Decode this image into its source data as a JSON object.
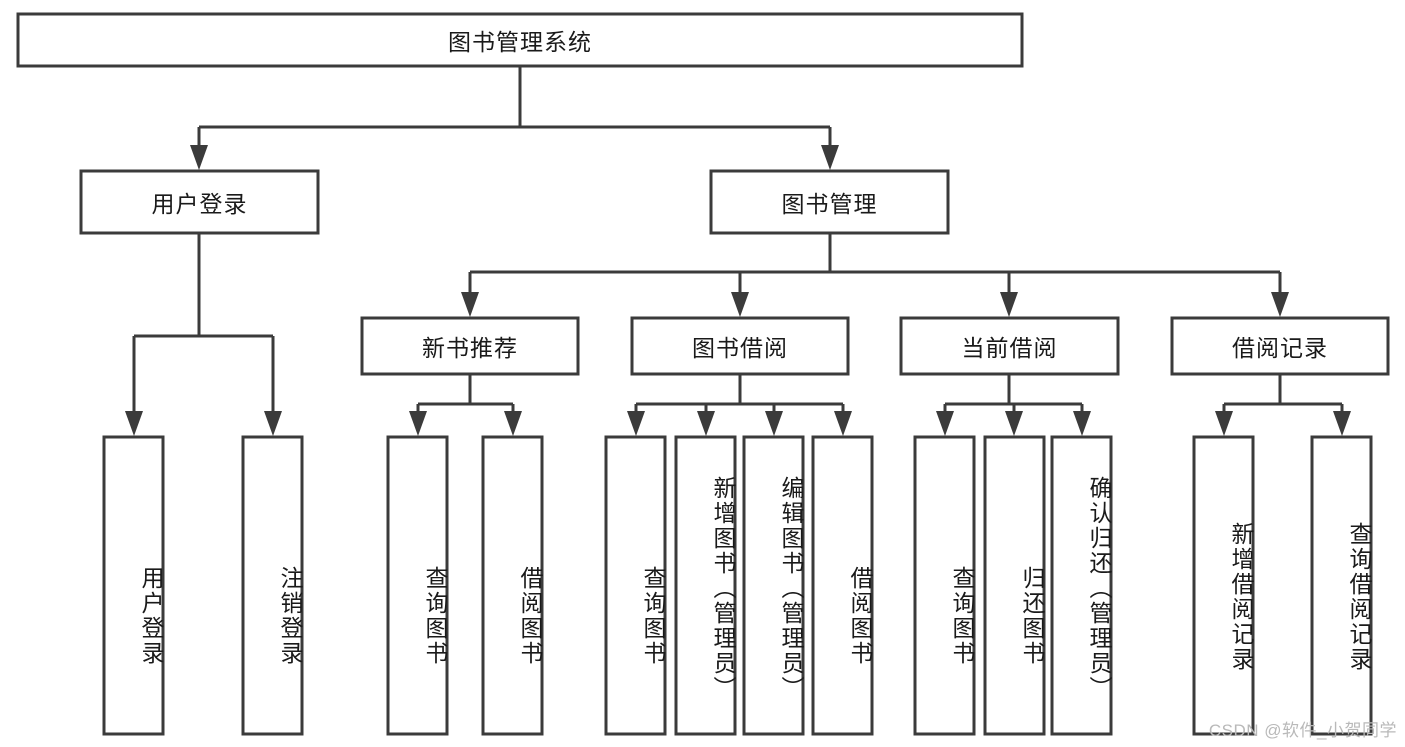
{
  "diagram": {
    "title": "图书管理系统",
    "type": "tree",
    "watermark": "CSDN @软件_小贺同学",
    "colors": {
      "box_stroke": "#3b3b3b",
      "box_fill": "#ffffff",
      "text": "#1a1a1a",
      "background": "#ffffff",
      "watermark": "#b9b9b9"
    },
    "nodes": {
      "root": {
        "label": "图书管理系统",
        "level": 0,
        "orientation": "horizontal"
      },
      "l1": [
        {
          "id": "user-login",
          "label": "用户登录",
          "level": 1,
          "orientation": "horizontal"
        },
        {
          "id": "book-manage",
          "label": "图书管理",
          "level": 1,
          "orientation": "horizontal"
        }
      ],
      "l2": [
        {
          "id": "new-book-rec",
          "label": "新书推荐",
          "level": 2,
          "orientation": "horizontal",
          "parent": "book-manage"
        },
        {
          "id": "book-borrow",
          "label": "图书借阅",
          "level": 2,
          "orientation": "horizontal",
          "parent": "book-manage"
        },
        {
          "id": "current-borrow",
          "label": "当前借阅",
          "level": 2,
          "orientation": "horizontal",
          "parent": "book-manage"
        },
        {
          "id": "borrow-record",
          "label": "借阅记录",
          "level": 2,
          "orientation": "horizontal",
          "parent": "book-manage"
        }
      ],
      "leaves": [
        {
          "id": "leaf-user-login",
          "label": "用户登录",
          "parent": "user-login",
          "orientation": "vertical"
        },
        {
          "id": "leaf-user-logout",
          "label": "注销登录",
          "parent": "user-login",
          "orientation": "vertical"
        },
        {
          "id": "leaf-query-book-1",
          "label": "查询图书",
          "parent": "new-book-rec",
          "orientation": "vertical"
        },
        {
          "id": "leaf-borrow-book-1",
          "label": "借阅图书",
          "parent": "new-book-rec",
          "orientation": "vertical"
        },
        {
          "id": "leaf-query-book-2",
          "label": "查询图书",
          "parent": "book-borrow",
          "orientation": "vertical"
        },
        {
          "id": "leaf-add-book",
          "label": "新增图书（管理员）",
          "parent": "book-borrow",
          "orientation": "vertical"
        },
        {
          "id": "leaf-edit-book",
          "label": "编辑图书（管理员）",
          "parent": "book-borrow",
          "orientation": "vertical"
        },
        {
          "id": "leaf-borrow-book-2",
          "label": "借阅图书",
          "parent": "book-borrow",
          "orientation": "vertical"
        },
        {
          "id": "leaf-query-book-3",
          "label": "查询图书",
          "parent": "current-borrow",
          "orientation": "vertical"
        },
        {
          "id": "leaf-return-book",
          "label": "归还图书",
          "parent": "current-borrow",
          "orientation": "vertical"
        },
        {
          "id": "leaf-confirm-return",
          "label": "确认归还（管理员）",
          "parent": "current-borrow",
          "orientation": "vertical"
        },
        {
          "id": "leaf-add-record",
          "label": "新增借阅记录",
          "parent": "borrow-record",
          "orientation": "vertical"
        },
        {
          "id": "leaf-query-record",
          "label": "查询借阅记录",
          "parent": "borrow-record",
          "orientation": "vertical"
        }
      ]
    }
  }
}
